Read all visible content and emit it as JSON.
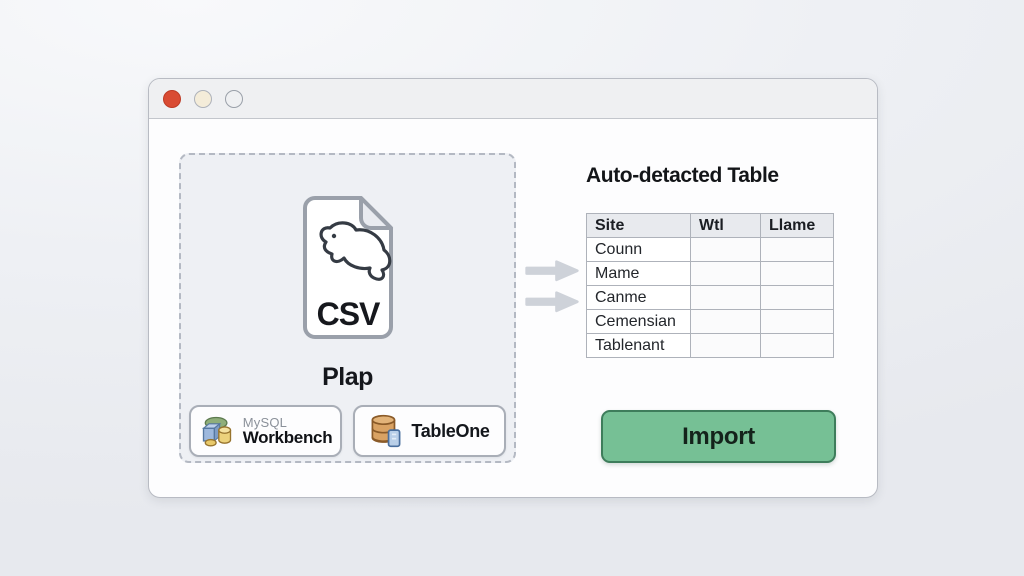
{
  "window": {
    "kind": "csv-import-dialog"
  },
  "dropzone": {
    "file_badge": "CSV",
    "file_name": "Plap",
    "workbench_button": {
      "line1": "MySQL",
      "line2": "Workbench"
    },
    "tableone_button": {
      "label": "TableOne"
    }
  },
  "detected": {
    "heading": "Auto-detacted Table",
    "table": {
      "headers": [
        "Site",
        "Wtl",
        "Llame"
      ],
      "rows": [
        [
          "Counn",
          "",
          ""
        ],
        [
          "Mame",
          "",
          ""
        ],
        [
          "Canme",
          "",
          ""
        ],
        [
          "Cemensian",
          "",
          ""
        ],
        [
          "Tablenant",
          "",
          ""
        ]
      ]
    },
    "import_label": "Import"
  },
  "colors": {
    "close_light": "#d94b33",
    "import_bg": "#76c095",
    "import_border": "#3e7d5b",
    "dropzone_border": "#b4b9c3",
    "table_border": "#aeb2ba",
    "arrow": "#ced2d9"
  }
}
